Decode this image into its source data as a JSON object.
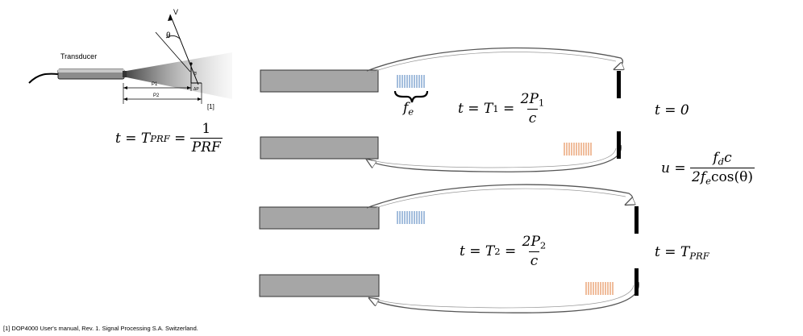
{
  "footnote": "[1] DOP4000 User's manual, Rev. 1. Signal Processing S.A. Switzerland.",
  "transducer_figure": {
    "transducer_label": "Transducer",
    "v_label": "V",
    "theta_label": "θ",
    "p1_label": "P1",
    "p2_label": "P2",
    "ref_label": "[1]",
    "delta_label": "Δt",
    "delta_p_label": "ΔP"
  },
  "equations": {
    "t_prf": {
      "lhs": "t = T",
      "sub": "PRF",
      "eq": " = ",
      "num": "1",
      "den": "PRF"
    },
    "fe": {
      "main": "f",
      "sub": "e"
    },
    "t_t1": {
      "lhs": "t = T",
      "sub": "1",
      "eq": " = ",
      "num_a": "2P",
      "num_sub": "1",
      "den": "c"
    },
    "t_zero": "t = 0",
    "u_eq": {
      "lhs": "u = ",
      "num_a": "f",
      "num_sub": "d",
      "num_b": "c",
      "den_a": "2f",
      "den_sub": "e",
      "den_b": "cos(θ)"
    },
    "t_t2": {
      "lhs": "t = T",
      "sub": "2",
      "eq": " = ",
      "num_a": "2P",
      "num_sub": "2",
      "den": "c"
    },
    "t_tprf": {
      "lhs": "t = T",
      "sub": "PRF"
    }
  },
  "colors": {
    "block_fill": "#a6a6a6",
    "emitted_pulse": "#4a7ebb",
    "echo_pulse": "#e07b39",
    "arrow": "#555555",
    "reflector": "#000000"
  }
}
